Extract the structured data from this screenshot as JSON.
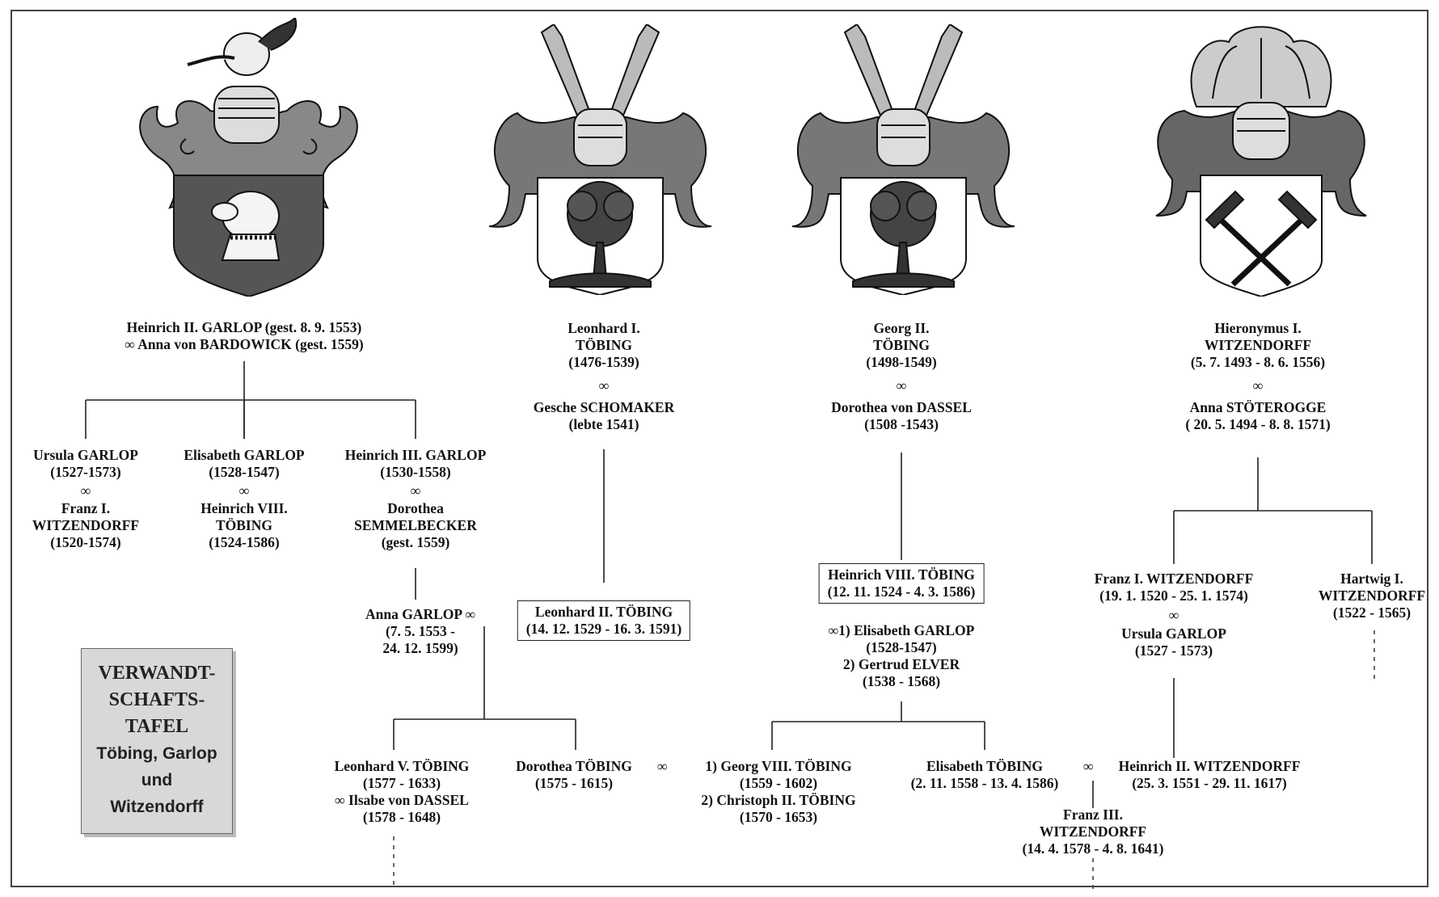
{
  "title": {
    "lines": [
      "VERWANDT-",
      "SCHAFTS-",
      "TAFEL"
    ],
    "subtitle_lines": [
      "Töbing, Garlop",
      "und",
      "Witzendorff"
    ]
  },
  "marriage_symbol": "∞",
  "crests": [
    {
      "name": "Garlop",
      "charge": "dog head"
    },
    {
      "name": "Töbing",
      "charge": "tree"
    },
    {
      "name": "Töbing",
      "charge": "tree"
    },
    {
      "name": "Witzendorff",
      "charge": "crossed rakes"
    }
  ],
  "persons": {
    "heinrich2_garlop": {
      "l1": "Heinrich II. GARLOP (gest. 8. 9. 1553)",
      "l2": "Anna von BARDOWICK (gest. 1559)"
    },
    "ursula_1": {
      "l1": "Ursula GARLOP",
      "l2": "(1527-1573)",
      "l3": "Franz I.",
      "l4": "WITZENDORFF",
      "l5": "(1520-1574)"
    },
    "elisabeth_1": {
      "l1": "Elisabeth GARLOP",
      "l2": "(1528-1547)",
      "l3": "Heinrich VIII.",
      "l4": "TÖBING",
      "l5": "(1524-1586)"
    },
    "heinrich3_garlop": {
      "l1": "Heinrich III. GARLOP",
      "l2": "(1530-1558)",
      "l3": "Dorothea",
      "l4": "SEMMELBECKER",
      "l5": "(gest. 1559)"
    },
    "anna_garlop": {
      "l1": "Anna GARLOP",
      "l2": "(7. 5. 1553 -",
      "l3": "24. 12. 1599)"
    },
    "leonhard1": {
      "l1": "Leonhard I.",
      "l2": "TÖBING",
      "l3": "(1476-1539)",
      "l4": "Gesche SCHOMAKER",
      "l5": "(lebte 1541)"
    },
    "leonhard2": {
      "l1": "Leonhard II. TÖBING",
      "l2": "(14. 12. 1529 - 16. 3. 1591)"
    },
    "georg2": {
      "l1": "Georg II.",
      "l2": "TÖBING",
      "l3": "(1498-1549)",
      "l4": "Dorothea von DASSEL",
      "l5": "(1508 -1543)"
    },
    "heinrich8": {
      "l1": "Heinrich VIII. TÖBING",
      "l2": "(12. 11. 1524 - 4. 3. 1586)"
    },
    "heinrich8_spouses": {
      "l1": "1) Elisabeth GARLOP",
      "l2": "(1528-1547)",
      "l3": "2) Gertrud ELVER",
      "l4": "(1538 - 1568)"
    },
    "hieronymus": {
      "l1": "Hieronymus I.",
      "l2": "WITZENDORFF",
      "l3": "(5. 7. 1493 - 8. 6. 1556)",
      "l4": "Anna STÖTEROGGE",
      "l5": "( 20. 5. 1494 - 8. 8. 1571)"
    },
    "franz1": {
      "l1": "Franz I. WITZENDORFF",
      "l2": "(19. 1. 1520 - 25. 1. 1574)",
      "l3": "Ursula GARLOP",
      "l4": "(1527 - 1573)"
    },
    "hartwig": {
      "l1": "Hartwig I.",
      "l2": "WITZENDORFF",
      "l3": "(1522 - 1565)"
    },
    "leonhard5": {
      "l1": "Leonhard V. TÖBING",
      "l2": "(1577 - 1633)",
      "l3": "Ilsabe von DASSEL",
      "l4": "(1578 - 1648)"
    },
    "dorothea_toebing": {
      "l1": "Dorothea TÖBING",
      "l2": "(1575 - 1615)"
    },
    "georg8": {
      "l1": "1) Georg VIII. TÖBING",
      "l2": "(1559 - 1602)",
      "l3": "2) Christoph II. TÖBING",
      "l4": "(1570 - 1653)"
    },
    "elisabeth_toebing": {
      "l1": "Elisabeth  TÖBING",
      "l2": "(2. 11. 1558 - 13. 4. 1586)"
    },
    "heinrich2_witz": {
      "l1": "Heinrich II. WITZENDORFF",
      "l2": "(25. 3. 1551 - 29. 11. 1617)"
    },
    "franz3": {
      "l1": "Franz III.",
      "l2": "WITZENDORFF",
      "l3": "(14. 4. 1578 - 4. 8. 1641)"
    }
  }
}
